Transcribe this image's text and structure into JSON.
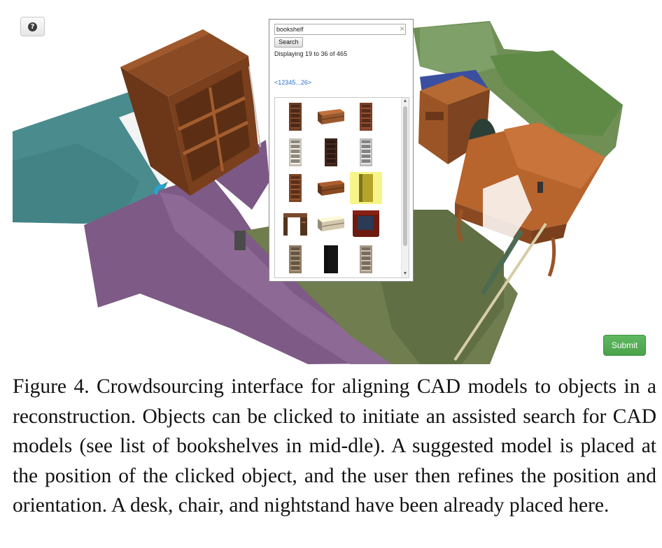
{
  "toolbar": {
    "help_icon": "question-circle-icon",
    "help_glyph": "?",
    "submit_label": "Submit",
    "submit_color": "#4cae4c"
  },
  "search_panel": {
    "query_value": "bookshelf",
    "clear_glyph": "×",
    "search_label": "Search",
    "display_count": "Displaying 19 to 36 of 465",
    "pagination": [
      "<",
      "1",
      "2",
      "3",
      "4",
      "5",
      "...",
      "26",
      ">"
    ],
    "results": [
      {
        "kind": "tall-shelf",
        "color": "#6b3a22",
        "selected": false
      },
      {
        "kind": "low-shelf",
        "color": "#9a5a2e",
        "selected": false
      },
      {
        "kind": "tall-shelf",
        "color": "#7a4026",
        "selected": false
      },
      {
        "kind": "tall-shelf-light",
        "color": "#c7c2b6",
        "selected": false
      },
      {
        "kind": "tall-shelf",
        "color": "#3e2419",
        "selected": false
      },
      {
        "kind": "tall-shelf-light",
        "color": "#bdbdbd",
        "selected": false
      },
      {
        "kind": "tall-shelf",
        "color": "#7d4527",
        "selected": false
      },
      {
        "kind": "low-shelf",
        "color": "#8a4a22",
        "selected": false
      },
      {
        "kind": "cabinet",
        "color": "#b4a42a",
        "selected": true
      },
      {
        "kind": "desk-shelf",
        "color": "#7a4a2c",
        "selected": false
      },
      {
        "kind": "low-shelf-light",
        "color": "#d3c7ad",
        "selected": false
      },
      {
        "kind": "cube",
        "color": "#6d1b10",
        "selected": false
      },
      {
        "kind": "tall-shelf",
        "color": "#8e7a63",
        "selected": false
      },
      {
        "kind": "cabinet-dark",
        "color": "#141414",
        "selected": false
      },
      {
        "kind": "tall-shelf-light",
        "color": "#a89a8a",
        "selected": false
      }
    ]
  },
  "caption": {
    "text": "Figure 4. Crowdsourcing interface for aligning CAD models to objects in a reconstruction. Objects can be clicked to initiate an assisted search for CAD models (see list of bookshelves in mid-dle). A suggested model is placed at the position of the clicked object, and the user then refines the position and orientation. A desk, chair, and nightstand have been already placed here."
  },
  "colors": {
    "floor_purple": "#7e5a86",
    "wall_teal": "#4a8c8e",
    "floor_green": "#6f7d4f",
    "bookshelf_brown": "#7a3f1c",
    "desk_orange": "#b8642d"
  }
}
